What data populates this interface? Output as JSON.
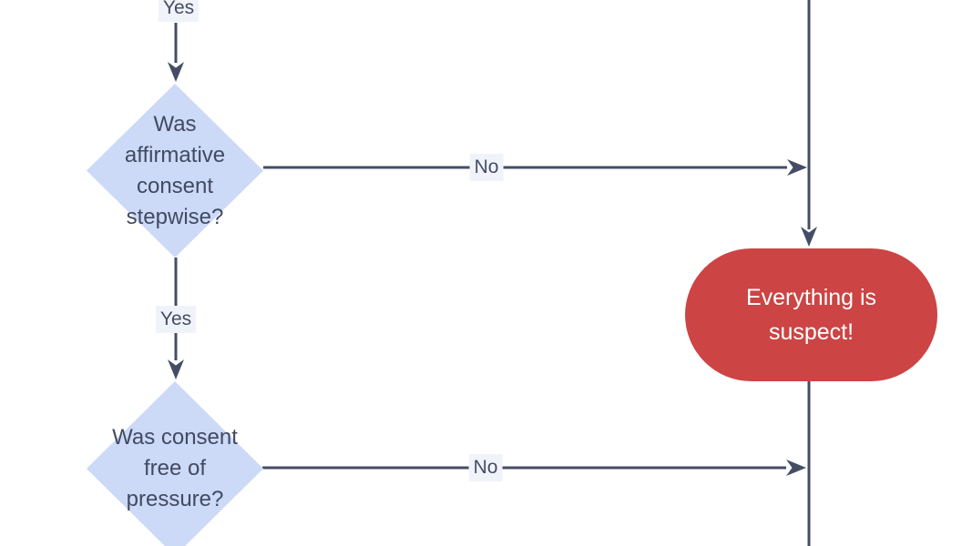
{
  "diagram": {
    "type": "flowchart",
    "nodes": {
      "decision1": {
        "label": "Was affirmative consent stepwise?",
        "lines": [
          "Was",
          "affirmative",
          "consent",
          "stepwise?"
        ],
        "shape": "diamond"
      },
      "decision2": {
        "label": "Was consent free of pressure?",
        "lines": [
          "Was consent",
          "free of",
          "pressure?"
        ],
        "shape": "diamond"
      },
      "alert": {
        "label": "Everything is suspect!",
        "lines": [
          "Everything is",
          "suspect!"
        ],
        "shape": "stadium"
      }
    },
    "edges": {
      "yes_top": {
        "label": "Yes"
      },
      "no1": {
        "label": "No"
      },
      "yes_mid": {
        "label": "Yes"
      },
      "no2": {
        "label": "No"
      }
    },
    "colors": {
      "connector": "#454d66",
      "decision_fill": "#ccd9f7",
      "decision_text": "#424a62",
      "edge_label_bg": "#f1f3fa",
      "alert_fill": "#cc4444",
      "alert_text": "#ffffff",
      "background": "#ffffff"
    }
  }
}
